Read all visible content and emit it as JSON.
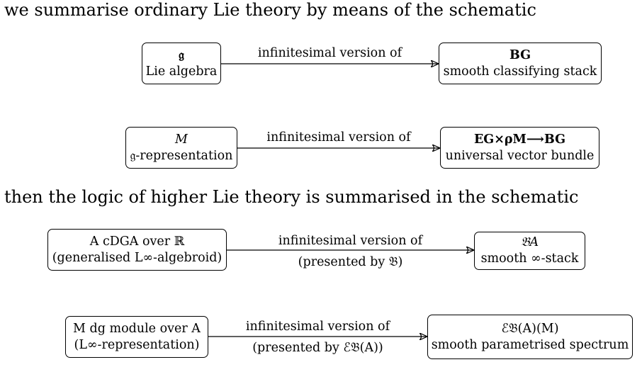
{
  "paragraphs": {
    "intro": "we summarise ordinary Lie theory by means of the schematic",
    "higher": "then the logic of higher Lie theory is summarised in the schematic"
  },
  "diagrams": [
    {
      "source": {
        "line1": "𝔤",
        "line2": "Lie algebra"
      },
      "edge": {
        "label": "infinitesimal version of",
        "sublabel": ""
      },
      "target": {
        "line1": "BG",
        "line2": "smooth classifying stack"
      }
    },
    {
      "source": {
        "line1": "M",
        "line2": "𝔤-representation"
      },
      "edge": {
        "label": "infinitesimal version of",
        "sublabel": ""
      },
      "target": {
        "line1": "EG×ρM⟶BG",
        "line2": "universal vector bundle"
      }
    },
    {
      "source": {
        "line1": "A cDGA over ℝ",
        "line2": "(generalised L∞-algebroid)"
      },
      "edge": {
        "label": "infinitesimal version of",
        "sublabel": "(presented by 𝔅)"
      },
      "target": {
        "line1": "𝔅A",
        "line2": "smooth ∞-stack"
      }
    },
    {
      "source": {
        "line1": "M dg module over A",
        "line2": "(L∞-representation)"
      },
      "edge": {
        "label": "infinitesimal version of",
        "sublabel": "(presented by ℰ𝔅(A))"
      },
      "target": {
        "line1": "ℰ𝔅(A)(M)",
        "line2": "smooth parametrised spectrum"
      }
    }
  ]
}
